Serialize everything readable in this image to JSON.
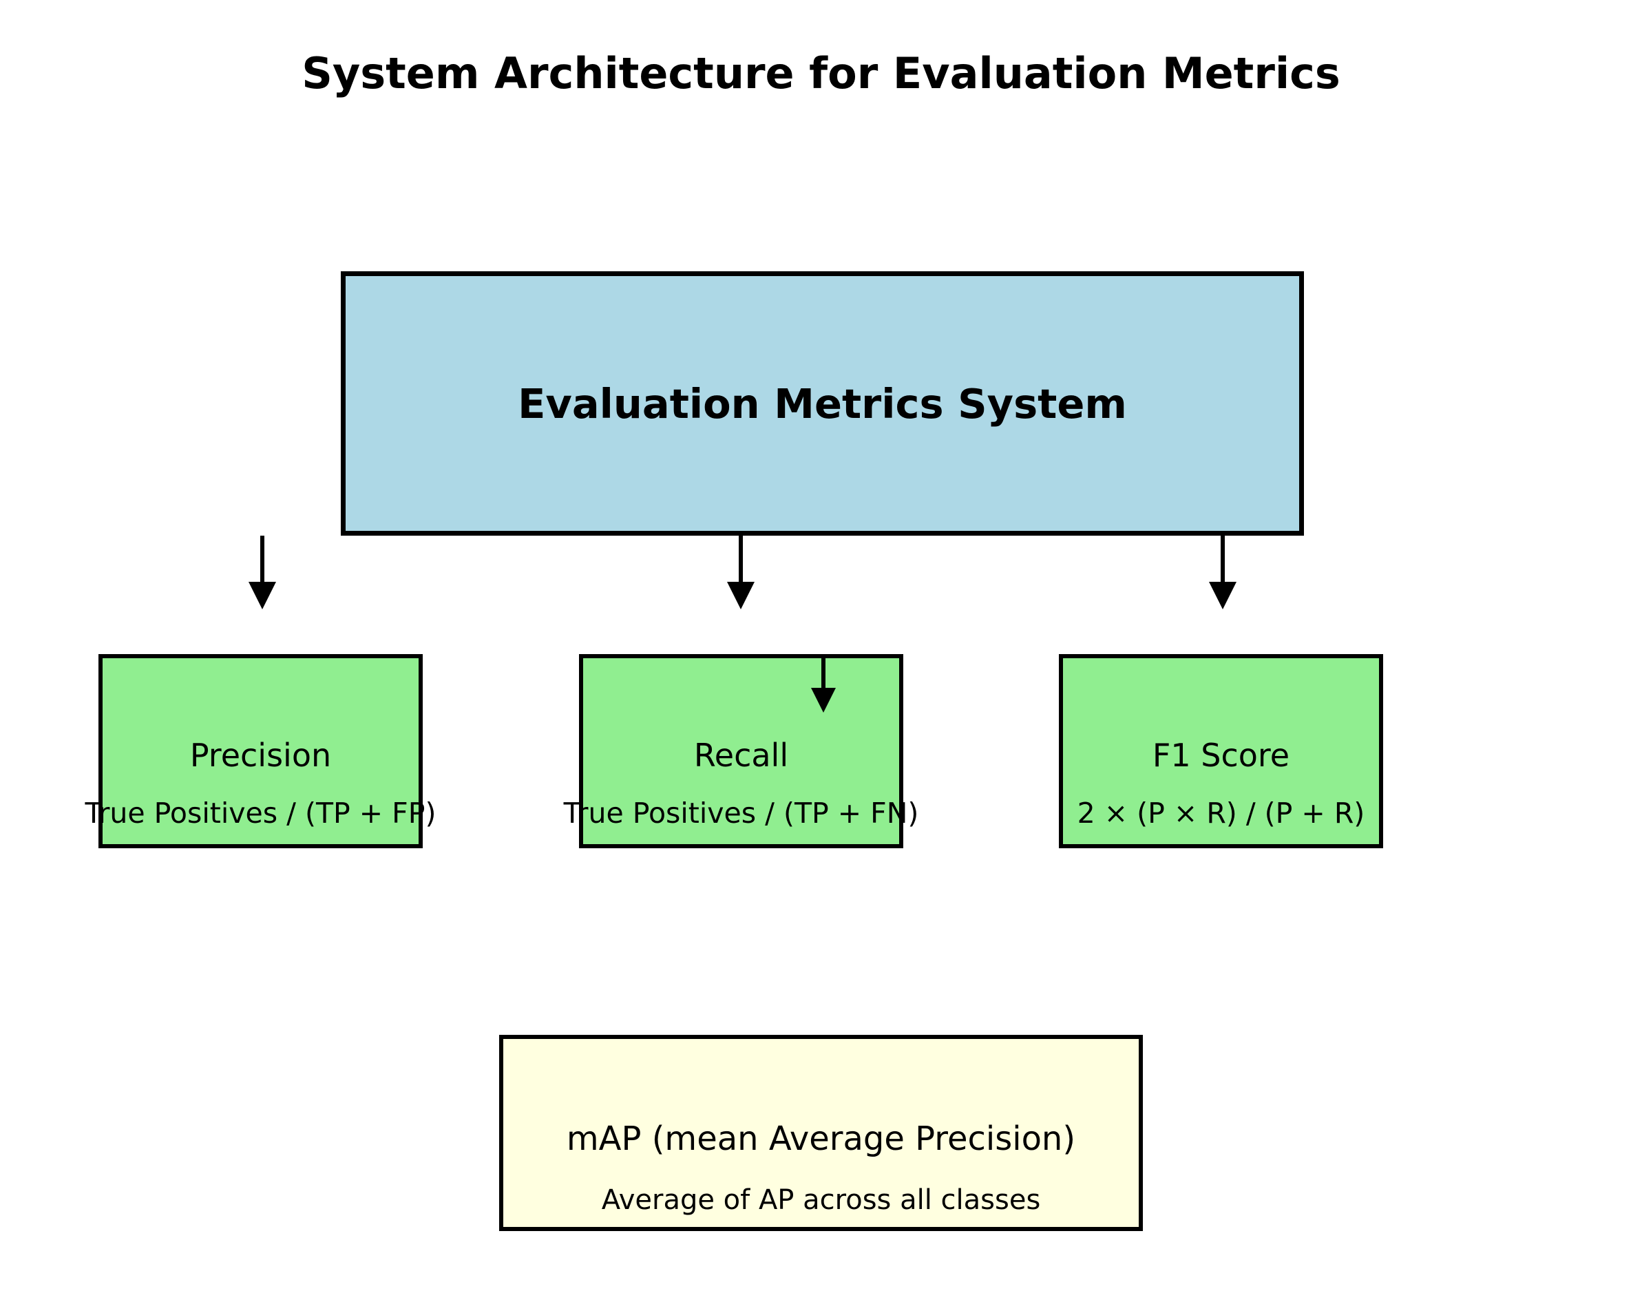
{
  "diagram": {
    "title": "System Architecture for Evaluation Metrics",
    "background_color": "#ffffff",
    "line_color": "#000000"
  },
  "nodes": {
    "system": {
      "label": "Evaluation Metrics System",
      "fill_color": "#add8e6",
      "border_color": "#000000"
    },
    "precision": {
      "label": "Precision",
      "formula": "True Positives / (TP + FP)",
      "fill_color": "#90ee90",
      "border_color": "#000000"
    },
    "recall": {
      "label": "Recall",
      "formula": "True Positives / (TP + FN)",
      "fill_color": "#90ee90",
      "border_color": "#000000"
    },
    "f1": {
      "label": "F1 Score",
      "formula": "2 × (P × R) / (P + R)",
      "fill_color": "#90ee90",
      "border_color": "#000000"
    },
    "map": {
      "label": "mAP (mean Average Precision)",
      "sublabel": "Average of AP across all classes",
      "fill_color": "#ffffe0",
      "border_color": "#000000"
    }
  },
  "edges": [
    {
      "from": "Evaluation Metrics System",
      "to": "Precision",
      "style": "arrow-down"
    },
    {
      "from": "Evaluation Metrics System",
      "to": "Recall",
      "style": "arrow-down"
    },
    {
      "from": "Evaluation Metrics System",
      "to": "F1 Score",
      "style": "arrow-down"
    },
    {
      "from": "Evaluation Metrics System",
      "to": "mAP (mean Average Precision)",
      "style": "arrow-down"
    }
  ]
}
